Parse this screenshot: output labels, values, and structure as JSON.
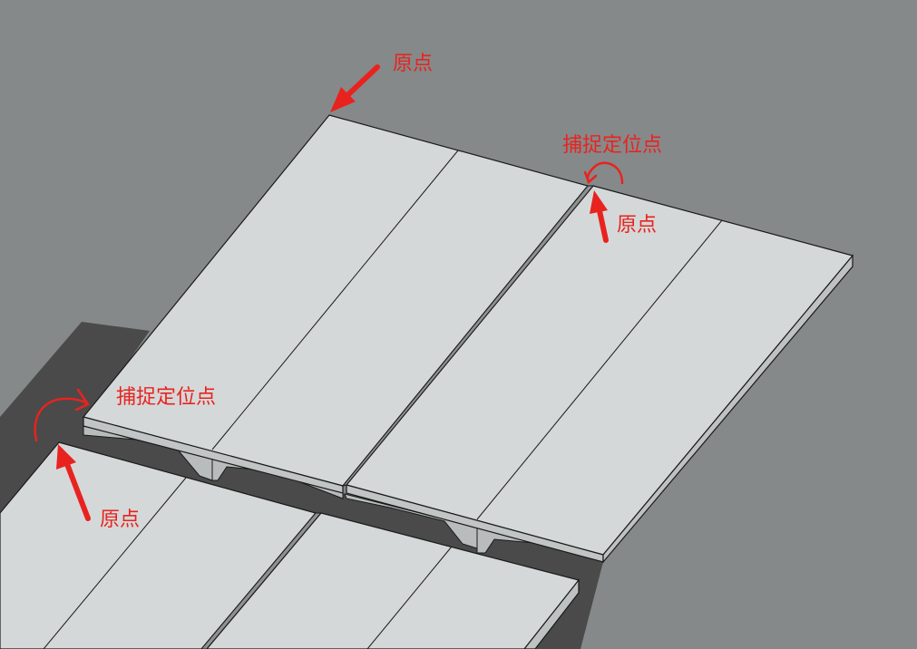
{
  "colors": {
    "background": "#868989",
    "shadow": "#4a4a4a",
    "deck_top": "#d5d8d8",
    "deck_side": "#c2c5c5",
    "edge": "#1a1a1a",
    "annotation": "#e8231f"
  },
  "annotations": {
    "origin_top": "原点",
    "snap_right": "捕捉定位点",
    "origin_right": "原点",
    "snap_left": "捕捉定位点",
    "origin_left": "原点"
  },
  "icons": [
    "arrow-icon",
    "curved-arrow-icon"
  ]
}
